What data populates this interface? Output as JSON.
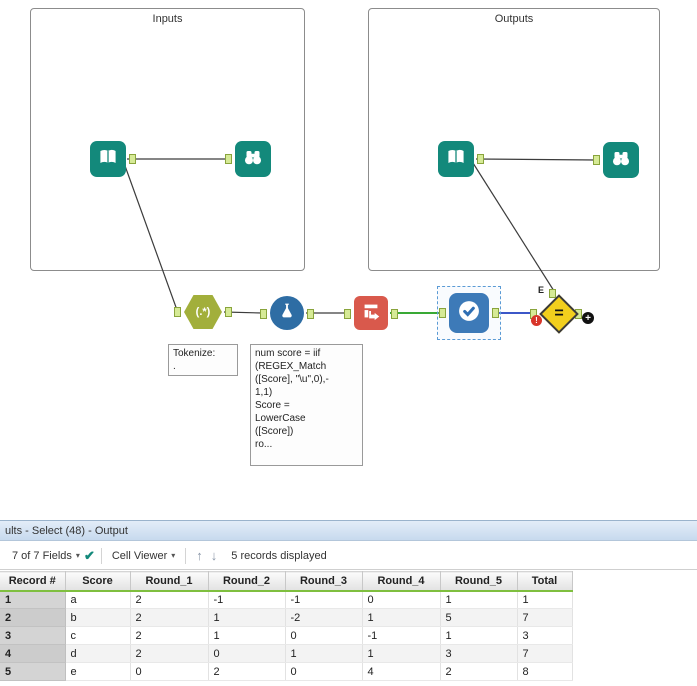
{
  "canvas": {
    "containers": [
      {
        "label": "Inputs"
      },
      {
        "label": "Outputs"
      }
    ],
    "regex_tool_label": "(.*)",
    "annotations": {
      "tokenize": "Tokenize:\n.",
      "formula": "num score = iif\n(REGEX_Match\n([Score], \"\\u\",0),-\n1,1)\nScore =\nLowerCase\n([Score])\nro..."
    },
    "join_tool": {
      "symbol": "=",
      "input_label": "E",
      "error_badge": "!",
      "plus_badge": "+"
    }
  },
  "results": {
    "title": "ults - Select (48) - Output",
    "toolbar": {
      "fields": "7 of 7 Fields",
      "cell_viewer": "Cell Viewer",
      "records": "5 records displayed"
    },
    "table": {
      "columns": [
        "Record #",
        "Score",
        "Round_1",
        "Round_2",
        "Round_3",
        "Round_4",
        "Round_5",
        "Total"
      ],
      "rows": [
        [
          "1",
          "a",
          "2",
          "-1",
          "-1",
          "0",
          "1",
          "1"
        ],
        [
          "2",
          "b",
          "2",
          "1",
          "-2",
          "1",
          "5",
          "7"
        ],
        [
          "3",
          "c",
          "2",
          "1",
          "0",
          "-1",
          "1",
          "3"
        ],
        [
          "4",
          "d",
          "2",
          "0",
          "1",
          "1",
          "3",
          "7"
        ],
        [
          "5",
          "e",
          "0",
          "2",
          "0",
          "4",
          "2",
          "8"
        ]
      ]
    }
  },
  "icons": {
    "dropdown_caret": "▾",
    "check": "✔",
    "up_arrow": "↑",
    "down_arrow": "↓"
  }
}
